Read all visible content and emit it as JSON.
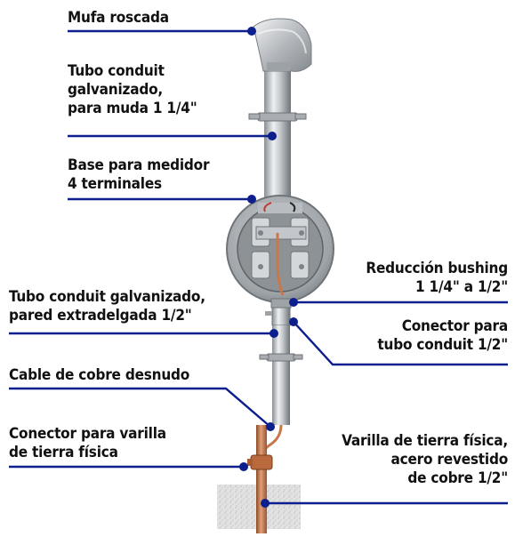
{
  "colors": {
    "leader": "#0d1f8c",
    "dot": "#0d1f8c",
    "metal_light": "#e6e8ea",
    "metal_mid": "#b9bdc1",
    "metal_dark": "#7d8287",
    "copper": "#c9774a",
    "ground": "#d7d7d7"
  },
  "labels": {
    "mufa": [
      "Mufa roscada"
    ],
    "tubo_conduit": [
      "Tubo conduit",
      "galvanizado,",
      "para muda 1 1/4\""
    ],
    "base_medidor": [
      "Base para medidor",
      "4 terminales"
    ],
    "tubo_extradelgada": [
      "Tubo conduit galvanizado,",
      "pared extradelgada 1/2\""
    ],
    "cable_cobre": [
      "Cable de cobre desnudo"
    ],
    "conector_varilla": [
      "Conector para varilla",
      "de tierra física"
    ],
    "reduccion": [
      "Reducción bushing",
      "1 1/4\" a 1/2\""
    ],
    "conector_tubo": [
      "Conector para",
      "tubo conduit 1/2\""
    ],
    "varilla": [
      "Varilla de tierra física,",
      "acero revestido",
      "de cobre 1/2\""
    ]
  }
}
